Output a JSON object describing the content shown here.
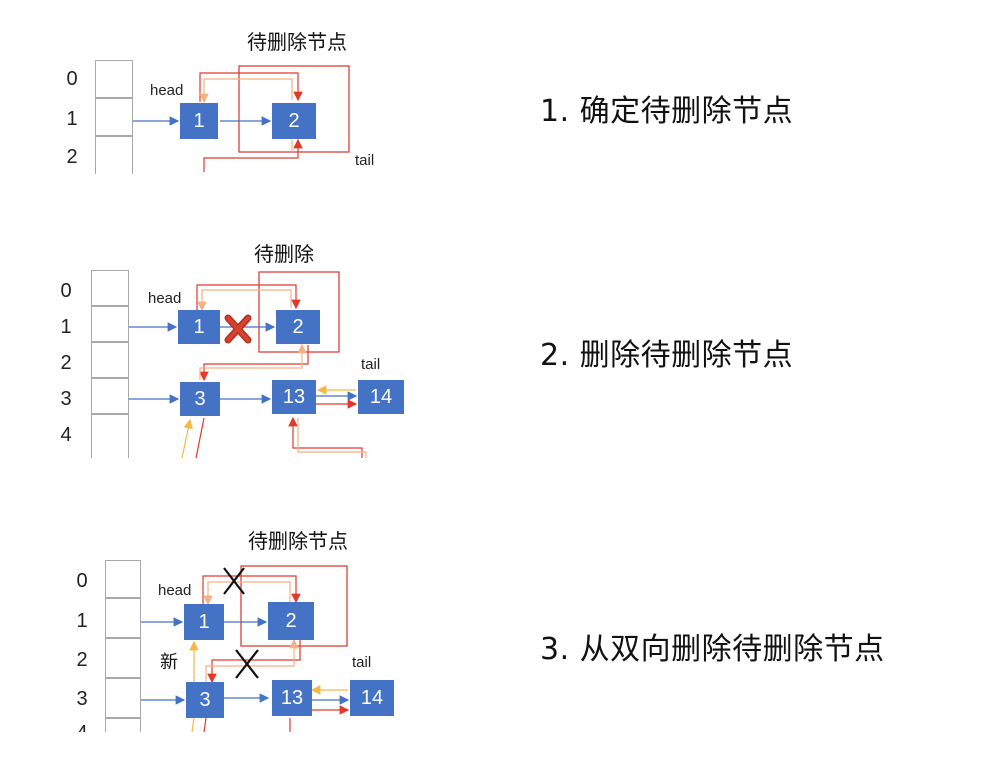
{
  "panel1": {
    "caption": "待删除节点",
    "indices": [
      "0",
      "1",
      "2"
    ],
    "head_label": "head",
    "tail_label": "tail",
    "nodes": [
      "1",
      "2"
    ],
    "step_text": "1. 确定待删除节点"
  },
  "panel2": {
    "caption": "待删除",
    "indices": [
      "0",
      "1",
      "2",
      "3",
      "4"
    ],
    "head_label": "head",
    "tail_label": "tail",
    "nodes": [
      "1",
      "2",
      "3",
      "13",
      "14"
    ],
    "step_text": "2. 删除待删除节点"
  },
  "panel3": {
    "caption": "待删除节点",
    "indices": [
      "0",
      "1",
      "2",
      "3",
      "4"
    ],
    "head_label": "head",
    "tail_label": "tail",
    "new_label": "新",
    "nodes": [
      "1",
      "2",
      "3",
      "13",
      "14"
    ],
    "step_text": "3. 从双向删除待删除节点"
  },
  "colors": {
    "node_fill": "#4472c4",
    "pointer_blue": "#4472c4",
    "pointer_red": "#e03a2c",
    "pointer_orange": "#f4b183",
    "pointer_yellow": "#f4b942",
    "highlight_box": "#d9302a",
    "delete_mark": "#c0392b"
  }
}
